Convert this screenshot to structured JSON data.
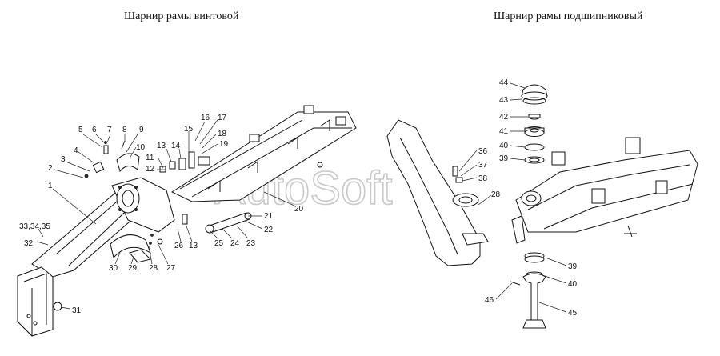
{
  "titles": {
    "left": "Шарнир рамы винтовой",
    "right": "Шарнир рамы подшипниковый"
  },
  "watermark": "AutoSoft",
  "callouts": {
    "left": [
      "1",
      "2",
      "3",
      "4",
      "5",
      "6",
      "7",
      "8",
      "9",
      "10",
      "11",
      "12",
      "13",
      "14",
      "15",
      "16",
      "17",
      "18",
      "19",
      "20",
      "21",
      "22",
      "23",
      "24",
      "25",
      "26",
      "13",
      "27",
      "28",
      "29",
      "30",
      "31",
      "32",
      "33,34,35"
    ],
    "right": [
      "44",
      "43",
      "42",
      "41",
      "40",
      "39",
      "36",
      "37",
      "38",
      "28",
      "39",
      "40",
      "46",
      "45"
    ]
  }
}
